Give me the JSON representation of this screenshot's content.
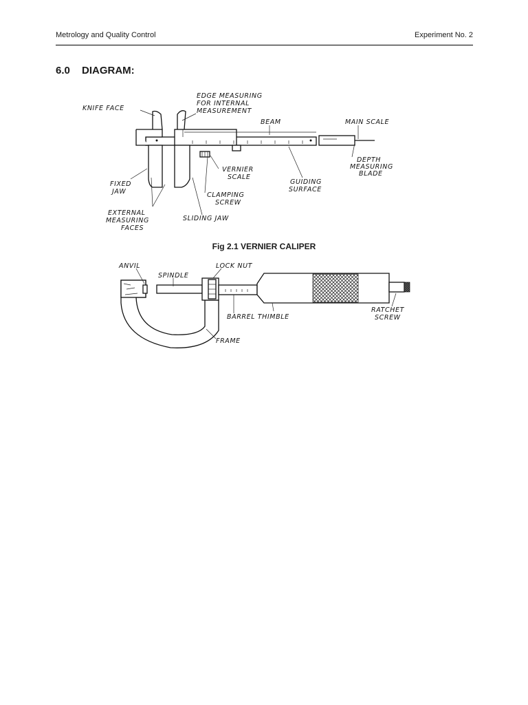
{
  "header": {
    "left": "Metrology and Quality Control",
    "right": "Experiment No. 2"
  },
  "section": {
    "number": "6.0",
    "title": "DIAGRAM:"
  },
  "figure1": {
    "caption": "Fig 2.1 VERNIER CALIPER",
    "labels": {
      "knife_face": "KNIFE FACE",
      "edge_1": "EDGE MEASURING",
      "edge_2": "FOR INTERNAL",
      "edge_3": "MEASUREMENT",
      "beam": "BEAM",
      "main_scale": "MAIN SCALE",
      "depth_1": "DEPTH",
      "depth_2": "MEASURING",
      "depth_3": "BLADE",
      "vernier_1": "VERNIER",
      "vernier_2": "SCALE",
      "guiding_1": "GUIDING",
      "guiding_2": "SURFACE",
      "fixed_1": "FIXED",
      "fixed_2": "JAW",
      "clamping_1": "CLAMPING",
      "clamping_2": "SCREW",
      "external_1": "EXTERNAL",
      "external_2": "MEASURING",
      "external_3": "FACES",
      "sliding_jaw": "SLIDING JAW"
    }
  },
  "figure2": {
    "labels": {
      "anvil": "ANVIL",
      "lock_nut": "LOCK NUT",
      "spindle": "SPINDLE",
      "barrel_thimble": "BARREL THIMBLE",
      "ratchet_1": "RATCHET",
      "ratchet_2": "SCREW",
      "frame": "FRAME"
    }
  }
}
